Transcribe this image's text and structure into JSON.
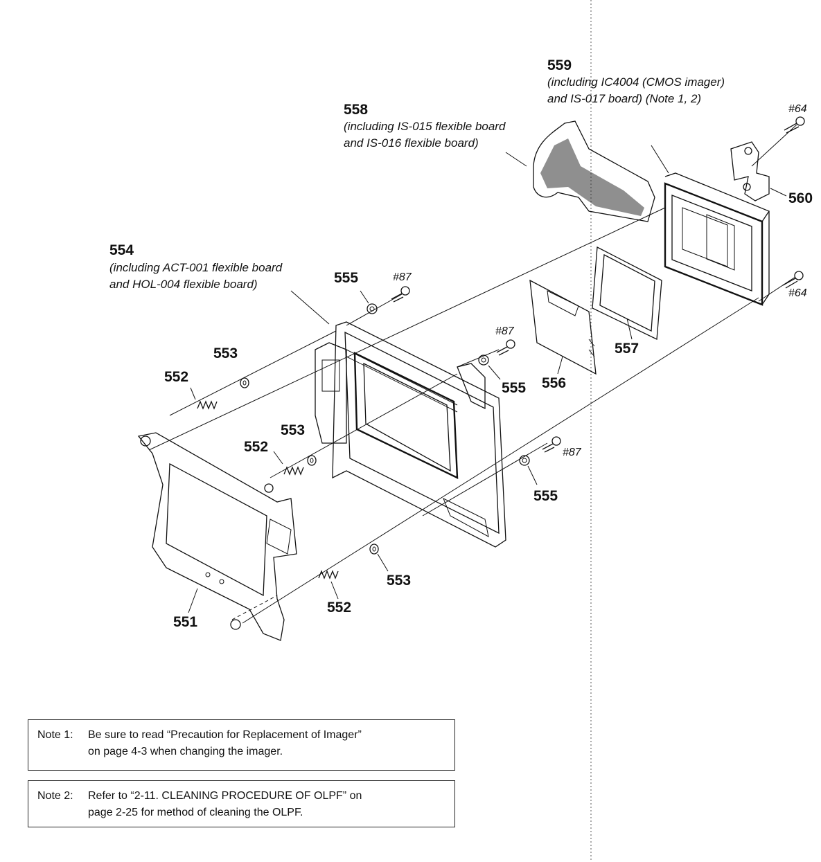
{
  "parts": {
    "p559": {
      "number": "559",
      "desc_line1": "(including IC4004 (CMOS imager)",
      "desc_line2": "and IS-017 board) (Note 1, 2)"
    },
    "p558": {
      "number": "558",
      "desc_line1": "(including IS-015 flexible board",
      "desc_line2": "and IS-016 flexible board)"
    },
    "p554": {
      "number": "554",
      "desc_line1": "(including ACT-001 flexible board",
      "desc_line2": "and HOL-004 flexible board)"
    },
    "p560": "560",
    "p557": "557",
    "p556": "556",
    "p555": "555",
    "p553": "553",
    "p552": "552",
    "p551": "551"
  },
  "screws": {
    "s64": "#64",
    "s87": "#87"
  },
  "notes": [
    {
      "label": "Note 1:",
      "line1": "Be sure to read “Precaution for Replacement of Imager”",
      "line2": "on page 4-3 when changing the imager."
    },
    {
      "label": "Note 2:",
      "line1": "Refer to “2-11. CLEANING PROCEDURE OF OLPF” on",
      "line2": "page 2-25 for method of cleaning the OLPF."
    }
  ]
}
